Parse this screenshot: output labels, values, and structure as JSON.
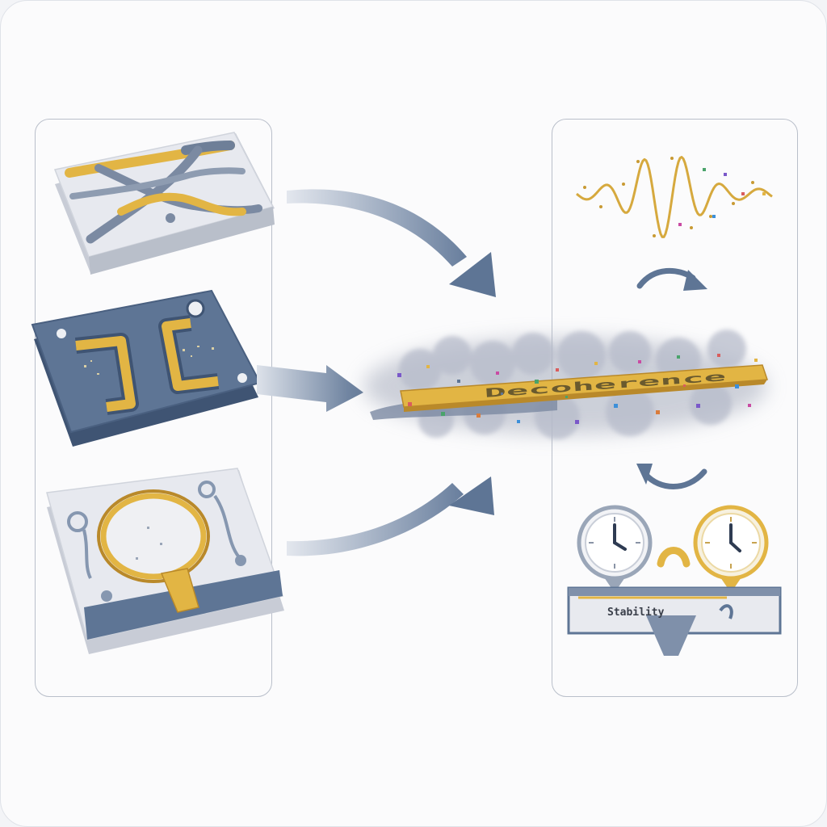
{
  "colors": {
    "gold": "#e2b544",
    "gold_dark": "#b9892a",
    "slate": "#5e7595",
    "slate_dark": "#3f5473",
    "slate_light": "#8697b0",
    "plate_light": "#e7e9ef",
    "panel_border": "#b9bfca",
    "cloud": "#a7adbd"
  },
  "diagram": {
    "inputs": [
      {
        "id": "crossing-circuit-chip",
        "icon": "crossing-waveguide-icon"
      },
      {
        "id": "bracket-circuit-chip",
        "icon": "bracket-electrode-icon"
      },
      {
        "id": "ring-resonator-chip",
        "icon": "ring-resonator-icon"
      }
    ],
    "center": {
      "icon": "noisy-signal-bus-icon",
      "label": "Decoherence"
    },
    "outputs": [
      {
        "id": "oscillation-waveform",
        "icon": "sine-wave-icon"
      },
      {
        "id": "dual-clock-comparison",
        "icon": "clock-icon"
      }
    ],
    "scale_label": "Stability"
  }
}
